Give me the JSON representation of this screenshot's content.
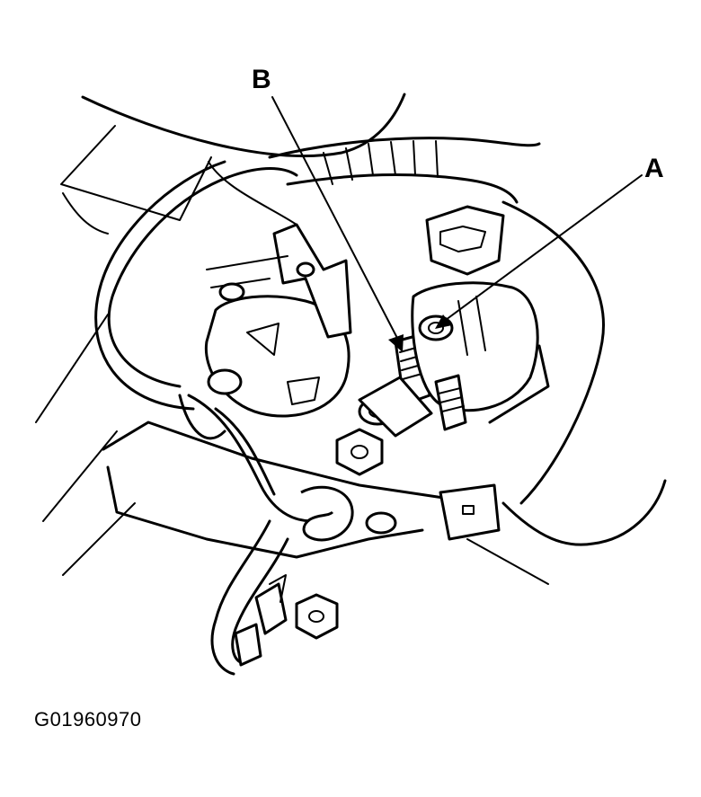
{
  "labels": {
    "callout_a": "A",
    "callout_b": "B"
  },
  "figure_code": "G01960970"
}
